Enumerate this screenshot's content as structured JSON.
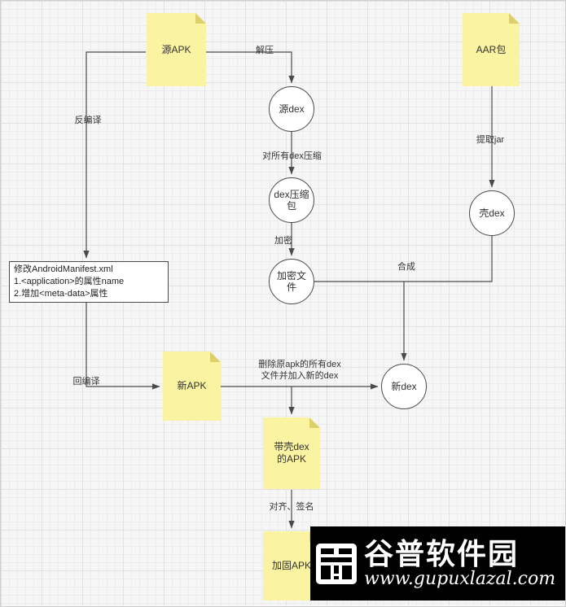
{
  "diagram": {
    "notes": {
      "source_apk": {
        "label": "源APK"
      },
      "aar_pkg": {
        "label": "AAR包"
      },
      "new_apk": {
        "label": "新APK"
      },
      "shelled_apk": {
        "label": "带壳dex\n的APK"
      },
      "hardened_apk": {
        "label": "加固APK"
      }
    },
    "circles": {
      "source_dex": {
        "label": "源dex"
      },
      "dex_zip": {
        "label": "dex压缩\n包"
      },
      "encrypted_file": {
        "label": "加密文\n件"
      },
      "shell_dex": {
        "label": "壳dex"
      },
      "new_dex": {
        "label": "新dex"
      }
    },
    "manifest_box": {
      "text": "修改AndroidManifest.xml\n1.<application>的属性name\n2.增加<meta-data>属性"
    },
    "edge_labels": {
      "unzip": "解压",
      "decompile": "反编译",
      "compress_all": "对所有dex压缩",
      "encrypt": "加密",
      "extract_jar": "提取jar",
      "merge": "合成",
      "replace_dex": "删除原apk的所有dex\n文件并加入新的dex",
      "recompile": "回编译",
      "align_sign": "对齐、签名"
    },
    "colors": {
      "note_fill": "#faf3a1",
      "note_fold": "#ddd06a",
      "line": "#4a4a4a",
      "watermark_bg": "#000000"
    }
  },
  "watermark": {
    "title": "谷普软件园",
    "url": "www.gupuxlazal.com"
  }
}
